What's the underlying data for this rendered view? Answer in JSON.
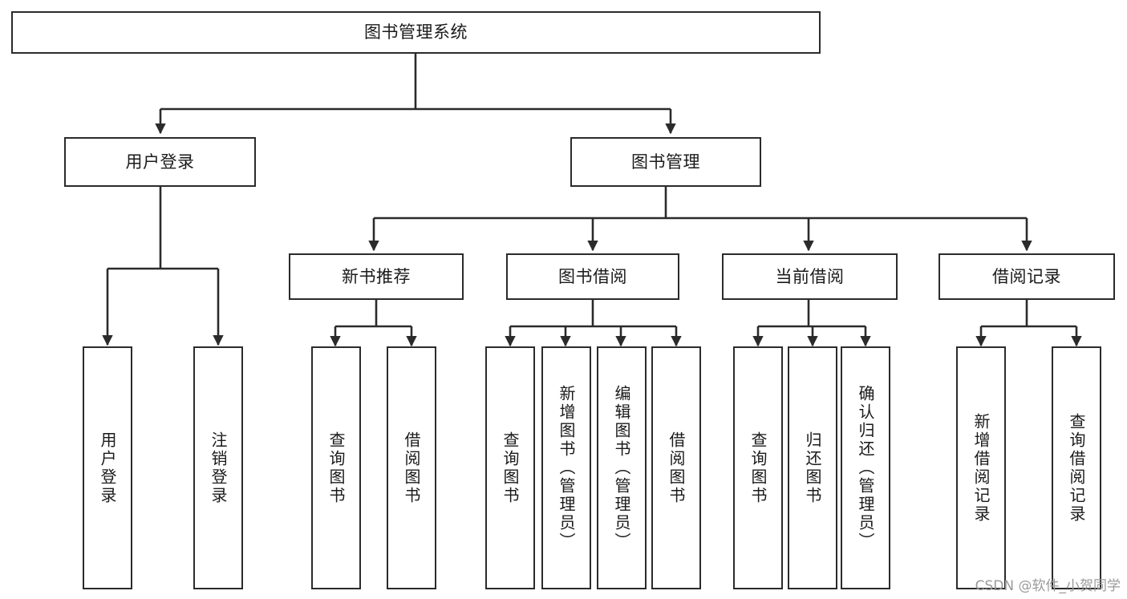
{
  "diagram": {
    "type": "tree-hierarchy",
    "title": "图书管理系统",
    "watermark": "CSDN @软件_小贺同学",
    "colors": {
      "stroke": "#2b2b2b",
      "fill": "#ffffff",
      "text": "#1a1a1a",
      "watermark": "#9a9a9a"
    },
    "nodes": {
      "root": {
        "label": "图书管理系统"
      },
      "level2": [
        {
          "id": "user-login",
          "label": "用户登录"
        },
        {
          "id": "book-manage",
          "label": "图书管理"
        }
      ],
      "level3": [
        {
          "id": "new-book-recommend",
          "label": "新书推荐"
        },
        {
          "id": "book-borrow",
          "label": "图书借阅"
        },
        {
          "id": "current-borrow",
          "label": "当前借阅"
        },
        {
          "id": "borrow-record",
          "label": "借阅记录"
        }
      ],
      "leaves": {
        "user_login": [
          {
            "id": "leaf-user-login",
            "label": "用户登录"
          },
          {
            "id": "leaf-logout-login",
            "label": "注销登录"
          }
        ],
        "new_book_recommend": [
          {
            "id": "leaf-query-book-1",
            "label": "查询图书"
          },
          {
            "id": "leaf-borrow-book-1",
            "label": "借阅图书"
          }
        ],
        "book_borrow": [
          {
            "id": "leaf-query-book-2",
            "label": "查询图书"
          },
          {
            "id": "leaf-add-book",
            "label": "新增图书（管理员）"
          },
          {
            "id": "leaf-edit-book",
            "label": "编辑图书（管理员）"
          },
          {
            "id": "leaf-borrow-book-2",
            "label": "借阅图书"
          }
        ],
        "current_borrow": [
          {
            "id": "leaf-query-book-3",
            "label": "查询图书"
          },
          {
            "id": "leaf-return-book",
            "label": "归还图书"
          },
          {
            "id": "leaf-confirm-return",
            "label": "确认归还（管理员）"
          }
        ],
        "borrow_record": [
          {
            "id": "leaf-add-record",
            "label": "新增借阅记录"
          },
          {
            "id": "leaf-query-record",
            "label": "查询借阅记录"
          }
        ]
      }
    }
  }
}
